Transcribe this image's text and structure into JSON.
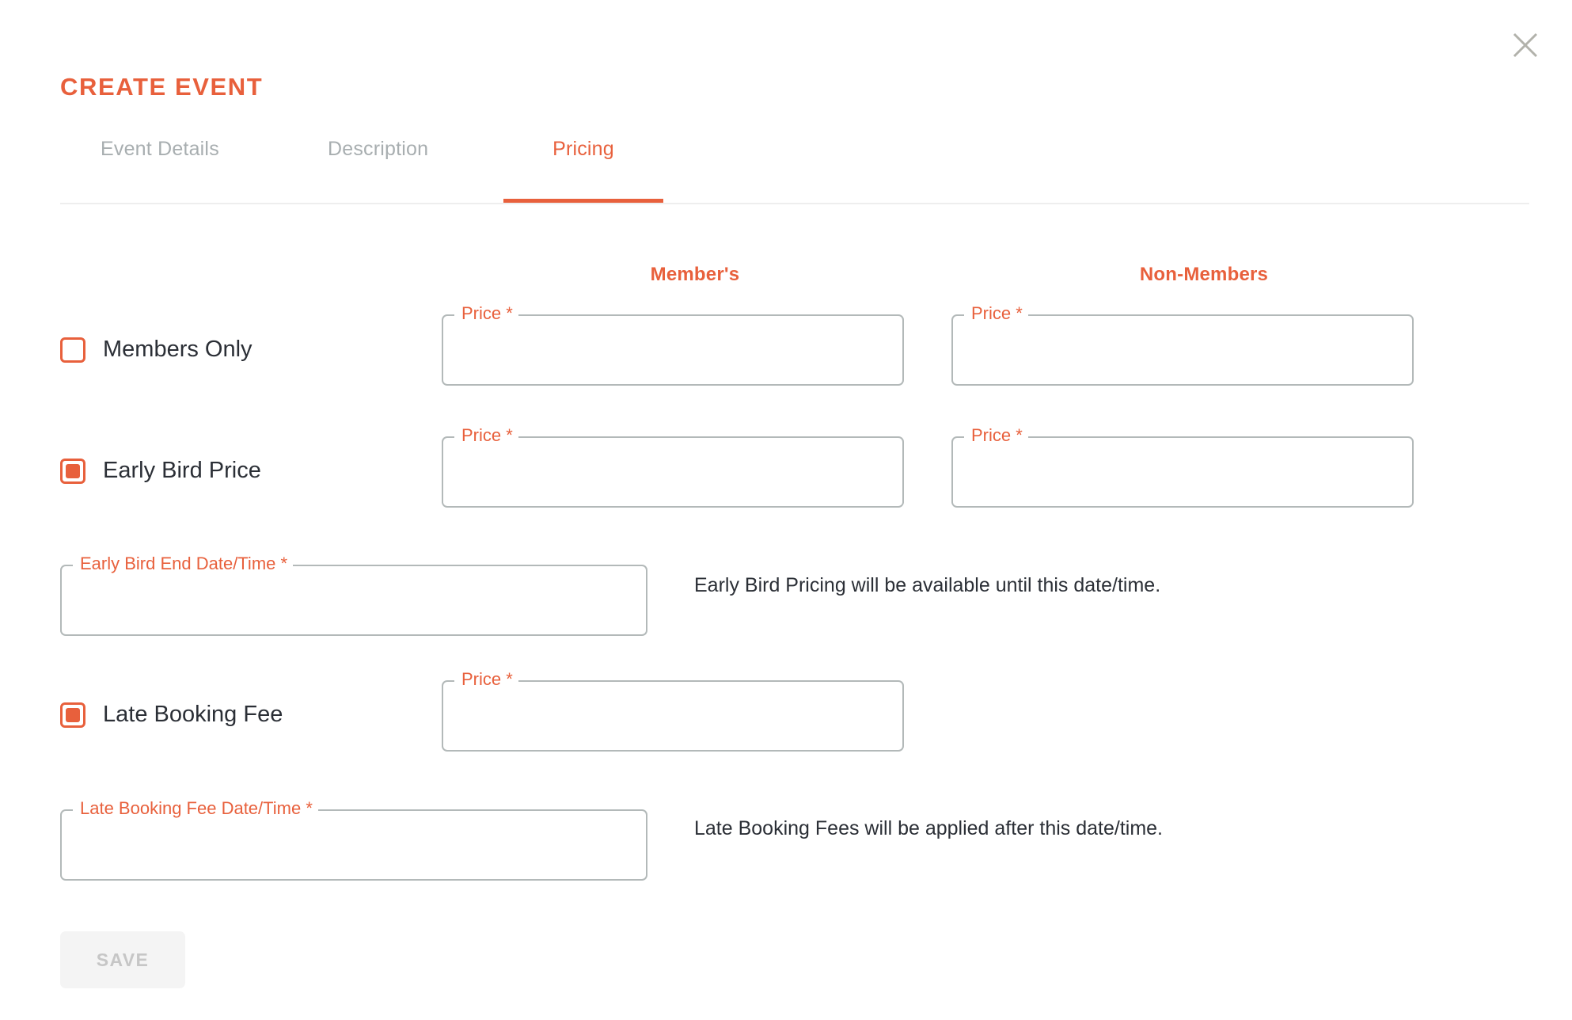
{
  "colors": {
    "accent": "#e8603c",
    "text": "#2b2f36",
    "muted": "#a8aeb0",
    "border": "#b3b9b9",
    "divider": "#eeeeee",
    "disabled_bg": "#f4f4f4",
    "disabled_text": "#c6c6c6"
  },
  "header": {
    "title": "CREATE EVENT",
    "close_icon": "close-icon"
  },
  "tabs": [
    {
      "label": "Event Details",
      "active": false
    },
    {
      "label": "Description",
      "active": false
    },
    {
      "label": "Pricing",
      "active": true
    }
  ],
  "columns": {
    "members": "Member's",
    "non_members": "Non-Members"
  },
  "options": [
    {
      "label": "Members Only",
      "checked": false
    },
    {
      "label": "Early Bird Price",
      "checked": true
    },
    {
      "label": "Late Booking Fee",
      "checked": true
    }
  ],
  "fields": {
    "price_label": "Price *",
    "price_label_text": "Price",
    "member_price_1": {
      "label": "Price *",
      "value": "",
      "placeholder": ""
    },
    "nonmember_price_1": {
      "label": "Price *",
      "value": "",
      "placeholder": ""
    },
    "member_price_2": {
      "label": "Price *",
      "value": "",
      "placeholder": ""
    },
    "nonmember_price_2": {
      "label": "Price *",
      "value": "",
      "placeholder": ""
    },
    "member_price_3": {
      "label": "Price *",
      "value": "",
      "placeholder": ""
    },
    "early_bird_date": {
      "label": "Early Bird End Date/Time *",
      "value": "",
      "placeholder": ""
    },
    "late_booking_date": {
      "label": "Late Booking Fee Date/Time *",
      "value": "",
      "placeholder": ""
    }
  },
  "helpers": {
    "early_bird": "Early Bird Pricing will be available until this date/time.",
    "late_booking": "Late Booking Fees will be applied after this date/time."
  },
  "actions": {
    "save_label": "SAVE",
    "save_disabled": true
  }
}
